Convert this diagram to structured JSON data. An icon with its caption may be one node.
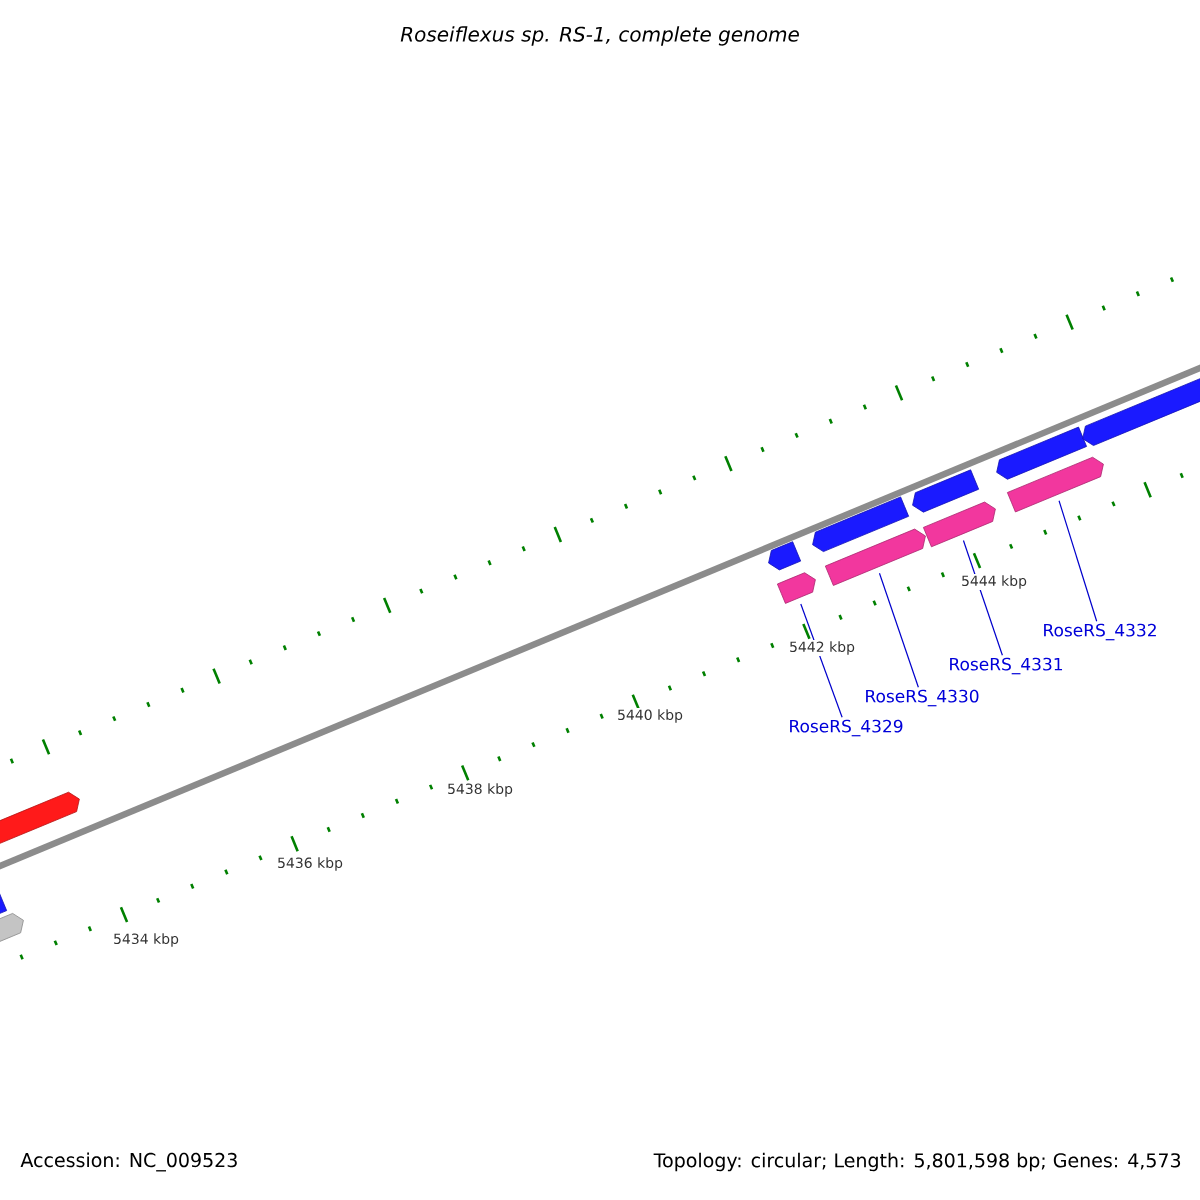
{
  "diagram": {
    "title": "Roseiflexus sp. RS-1, complete genome",
    "nodes": [
      {
        "text": [
          "RoseRS_4329"
        ]
      },
      {
        "text": [
          "RoseRS_4330"
        ]
      },
      {
        "text": [
          "RoseRS_4331"
        ]
      },
      {
        "text": [
          "RoseRS_4332"
        ]
      },
      {
        "text": [],
        "shape": "bar"
      },
      {
        "text": [],
        "shape": "bar"
      },
      {
        "text": [],
        "shape": "bar"
      },
      {
        "text": [],
        "shape": "bar"
      },
      {
        "text": [],
        "shape": "bar"
      },
      {
        "text": [],
        "shape": "bar"
      },
      {
        "text": [],
        "shape": "bar"
      },
      {
        "text": [],
        "shape": "bar"
      },
      {
        "text": [],
        "shape": "bar"
      },
      {
        "text": [],
        "shape": "bar"
      },
      {
        "text": [],
        "shape": "bar"
      },
      {
        "text": [],
        "shape": "bar"
      }
    ],
    "edges": [
      {
        "from": 0,
        "to": 8,
        "arrow": "none"
      },
      {
        "from": 1,
        "to": 10,
        "arrow": "none"
      },
      {
        "from": 2,
        "to": 12,
        "arrow": "none"
      },
      {
        "from": 3,
        "to": 14,
        "arrow": "none"
      }
    ],
    "labels": [
      "5434 kbp",
      "5436 kbp",
      "5438 kbp",
      "5440 kbp",
      "5442 kbp",
      "5444 kbp",
      "Accession: NC_009523",
      "Topology: circular; Length: 5,801,598 bp; Genes: 4,573"
    ]
  }
}
